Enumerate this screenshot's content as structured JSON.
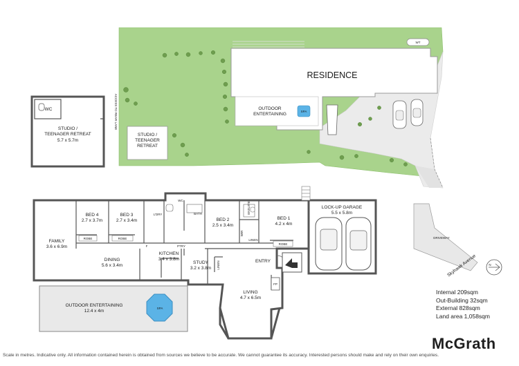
{
  "site": {
    "residence": "RESIDENCE",
    "outdoor_entertaining": "OUTDOOR\nENTERTAINING",
    "spa": "SPA",
    "wt": "WT",
    "studio": "STUDIO /\nTEENAGER\nRETREAT",
    "access": "ACCESS TO REAR LANE"
  },
  "outbuilding": {
    "wc": "WC",
    "name": "STUDIO /\nTEENAGER RETREAT",
    "size": "5.7 x 5.7m"
  },
  "rooms": {
    "family": "FAMILY",
    "family_size": "3.6 x 6.9m",
    "bed4": "BED 4",
    "bed4_size": "2.7 x 3.7m",
    "bed3": "BED 3",
    "bed3_size": "2.7 x 3.4m",
    "robe": "ROBE",
    "ldry": "L'DRY",
    "wc": "WC",
    "bath": "BATH",
    "bed2": "BED 2",
    "bed2_size": "2.5 x 3.4m",
    "ensuite": "ENSUITE",
    "wir": "WIR",
    "linen": "LINEN",
    "bed1": "BED 1",
    "bed1_size": "4.2 x 4m",
    "garage": "LOCK-UP GARAGE",
    "garage_size": "5.5 x 5.8m",
    "dining": "DINING",
    "dining_size": "5.6 x 3.4m",
    "f": "F",
    "kitchen": "KITCHEN",
    "kitchen_size": "3.4 x 3.8m",
    "pantry": "PTRY",
    "study": "STUDY",
    "study_size": "3.2 x 3.8m",
    "entry": "ENTRY",
    "fp": "FP",
    "living": "LIVING",
    "living_size": "4.7 x 6.5m",
    "outdoor": "OUTDOOR ENTERTAINING",
    "outdoor_size": "12.4 x 4m",
    "spa": "SPA"
  },
  "driveway": "DRIVEWAY",
  "street": "Skyhawk Avenue",
  "compass": "N",
  "areas": [
    "Internal 209sqm",
    "Out-Building 32sqm",
    "External 828sqm",
    "Land area 1,058sqm"
  ],
  "brand": "McGrath",
  "footer": "Scale in metres. Indicative only. All information contained herein is obtained from sources we believe to be accurate. We cannot guarantee its accuracy. Interested persons should make and rely on their own enquiries.",
  "colors": {
    "lawn": "#a9d38c",
    "wall": "#555555",
    "floor": "#ffffff",
    "pool": "#5bb3e6",
    "paving": "#e6e6e6"
  }
}
